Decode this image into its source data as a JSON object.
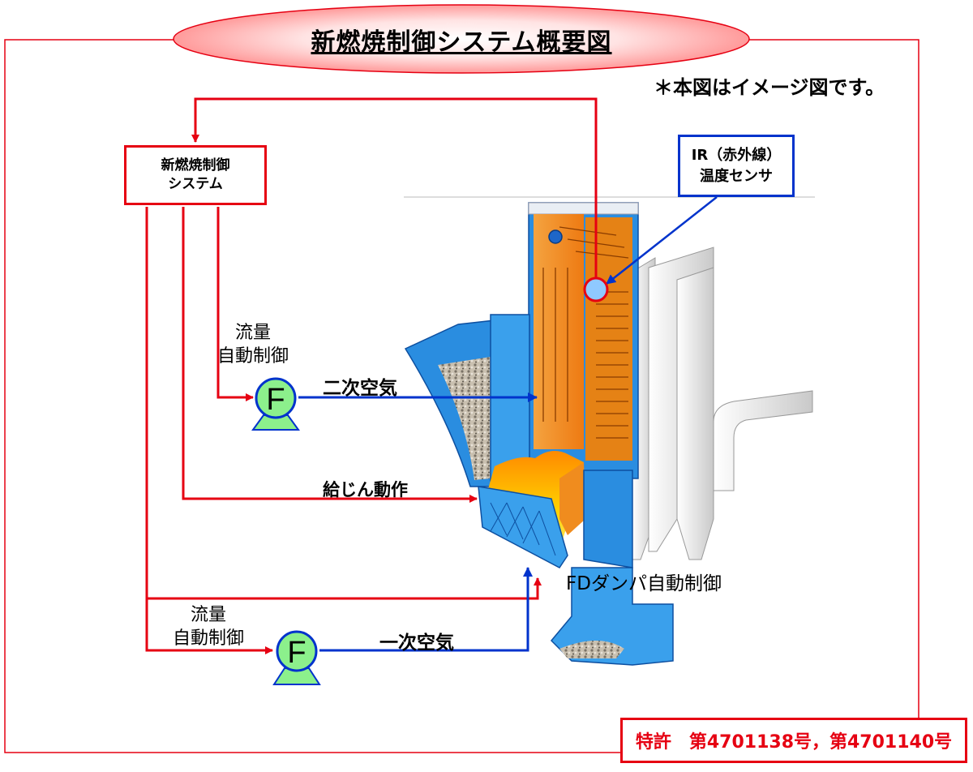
{
  "title": "新燃焼制御システム概要図",
  "note": "＊本図はイメージ図です。",
  "control_system": {
    "line1": "新燃焼制御",
    "line2": "システム"
  },
  "ir_sensor": {
    "line1": "IR（赤外線）",
    "line2": "温度センサ"
  },
  "upper_fan": {
    "label_line1": "流量",
    "label_line2": "自動制御",
    "fan_letter": "F",
    "air_label": "二次空気"
  },
  "feed_label": "給じん動作",
  "fd_damper_label": "FDダンパ自動制御",
  "lower_fan": {
    "label_line1": "流量",
    "label_line2": "自動制御",
    "fan_letter": "F",
    "air_label": "一次空気"
  },
  "patent": "特許　第4701138号，第4701140号",
  "colors": {
    "control_line": "#e60012",
    "air_line": "#0033cc",
    "fan_fill": "#8cf08c",
    "incinerator_blue": "#2a8de0",
    "furnace_orange": "#f08c1e"
  }
}
